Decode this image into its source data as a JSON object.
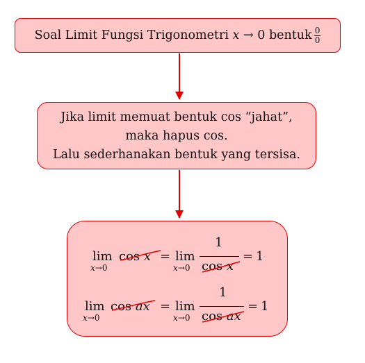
{
  "nodes": [
    {
      "id": "title",
      "text": "Soal Limit Fungsi Trigonometri",
      "variable": "x",
      "arrow": "→",
      "target": "0",
      "suffix": "bentuk",
      "fraction": {
        "numerator": "0",
        "denominator": "0"
      }
    },
    {
      "id": "instruction",
      "lines": [
        "Jika limit memuat bentuk cos “jahat”,",
        "maka hapus cos.",
        "Lalu sederhanakan bentuk yang tersisa."
      ]
    },
    {
      "id": "examples",
      "equations": [
        {
          "lhs_lim": "lim",
          "lhs_sub": "x→0",
          "lhs_expr": "cos x",
          "equals1": "=",
          "rhs_lim": "lim",
          "rhs_sub": "x→0",
          "numerator": "1",
          "denominator": "cos x",
          "equals2": "=",
          "result": "1"
        },
        {
          "lhs_lim": "lim",
          "lhs_sub": "x→0",
          "lhs_expr": "cos ax",
          "equals1": "=",
          "rhs_lim": "lim",
          "rhs_sub": "x→0",
          "numerator": "1",
          "denominator": "cos ax",
          "equals2": "=",
          "result": "1"
        }
      ]
    }
  ],
  "edges": [
    {
      "from": "title",
      "to": "instruction"
    },
    {
      "from": "instruction",
      "to": "examples"
    }
  ],
  "colors": {
    "box_fill": "#ffc7c7",
    "box_border": "#e00000",
    "arrow": "#e00000",
    "strike": "#e00000",
    "text": "#111111"
  }
}
